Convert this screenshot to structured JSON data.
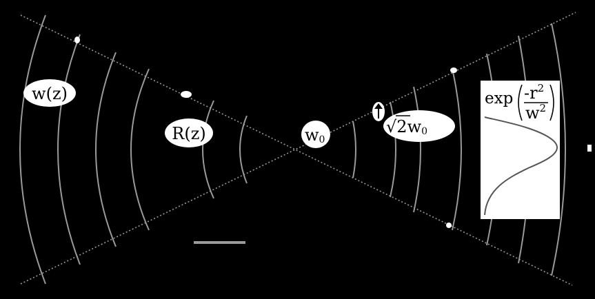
{
  "labels": {
    "w_z": "w(z)",
    "R_z": "R(z)",
    "w0_base": "w",
    "w0_sub": "0",
    "sqrt_symbol": "√",
    "sqrt_arg": "2",
    "sqrt_w": "w",
    "sqrt_sub": "0",
    "exp_func": "exp",
    "exp_num_minus": "-",
    "exp_num_r": "r",
    "exp_num_sup": "2",
    "exp_den_w": "w",
    "exp_den_sup": "2"
  },
  "colors": {
    "background": "#000000",
    "wavefront": "#9a9a9a",
    "asymptote": "#9a9a9a",
    "profile_curve": "#555555",
    "label_fill": "#ffffff",
    "label_text": "#000000"
  }
}
